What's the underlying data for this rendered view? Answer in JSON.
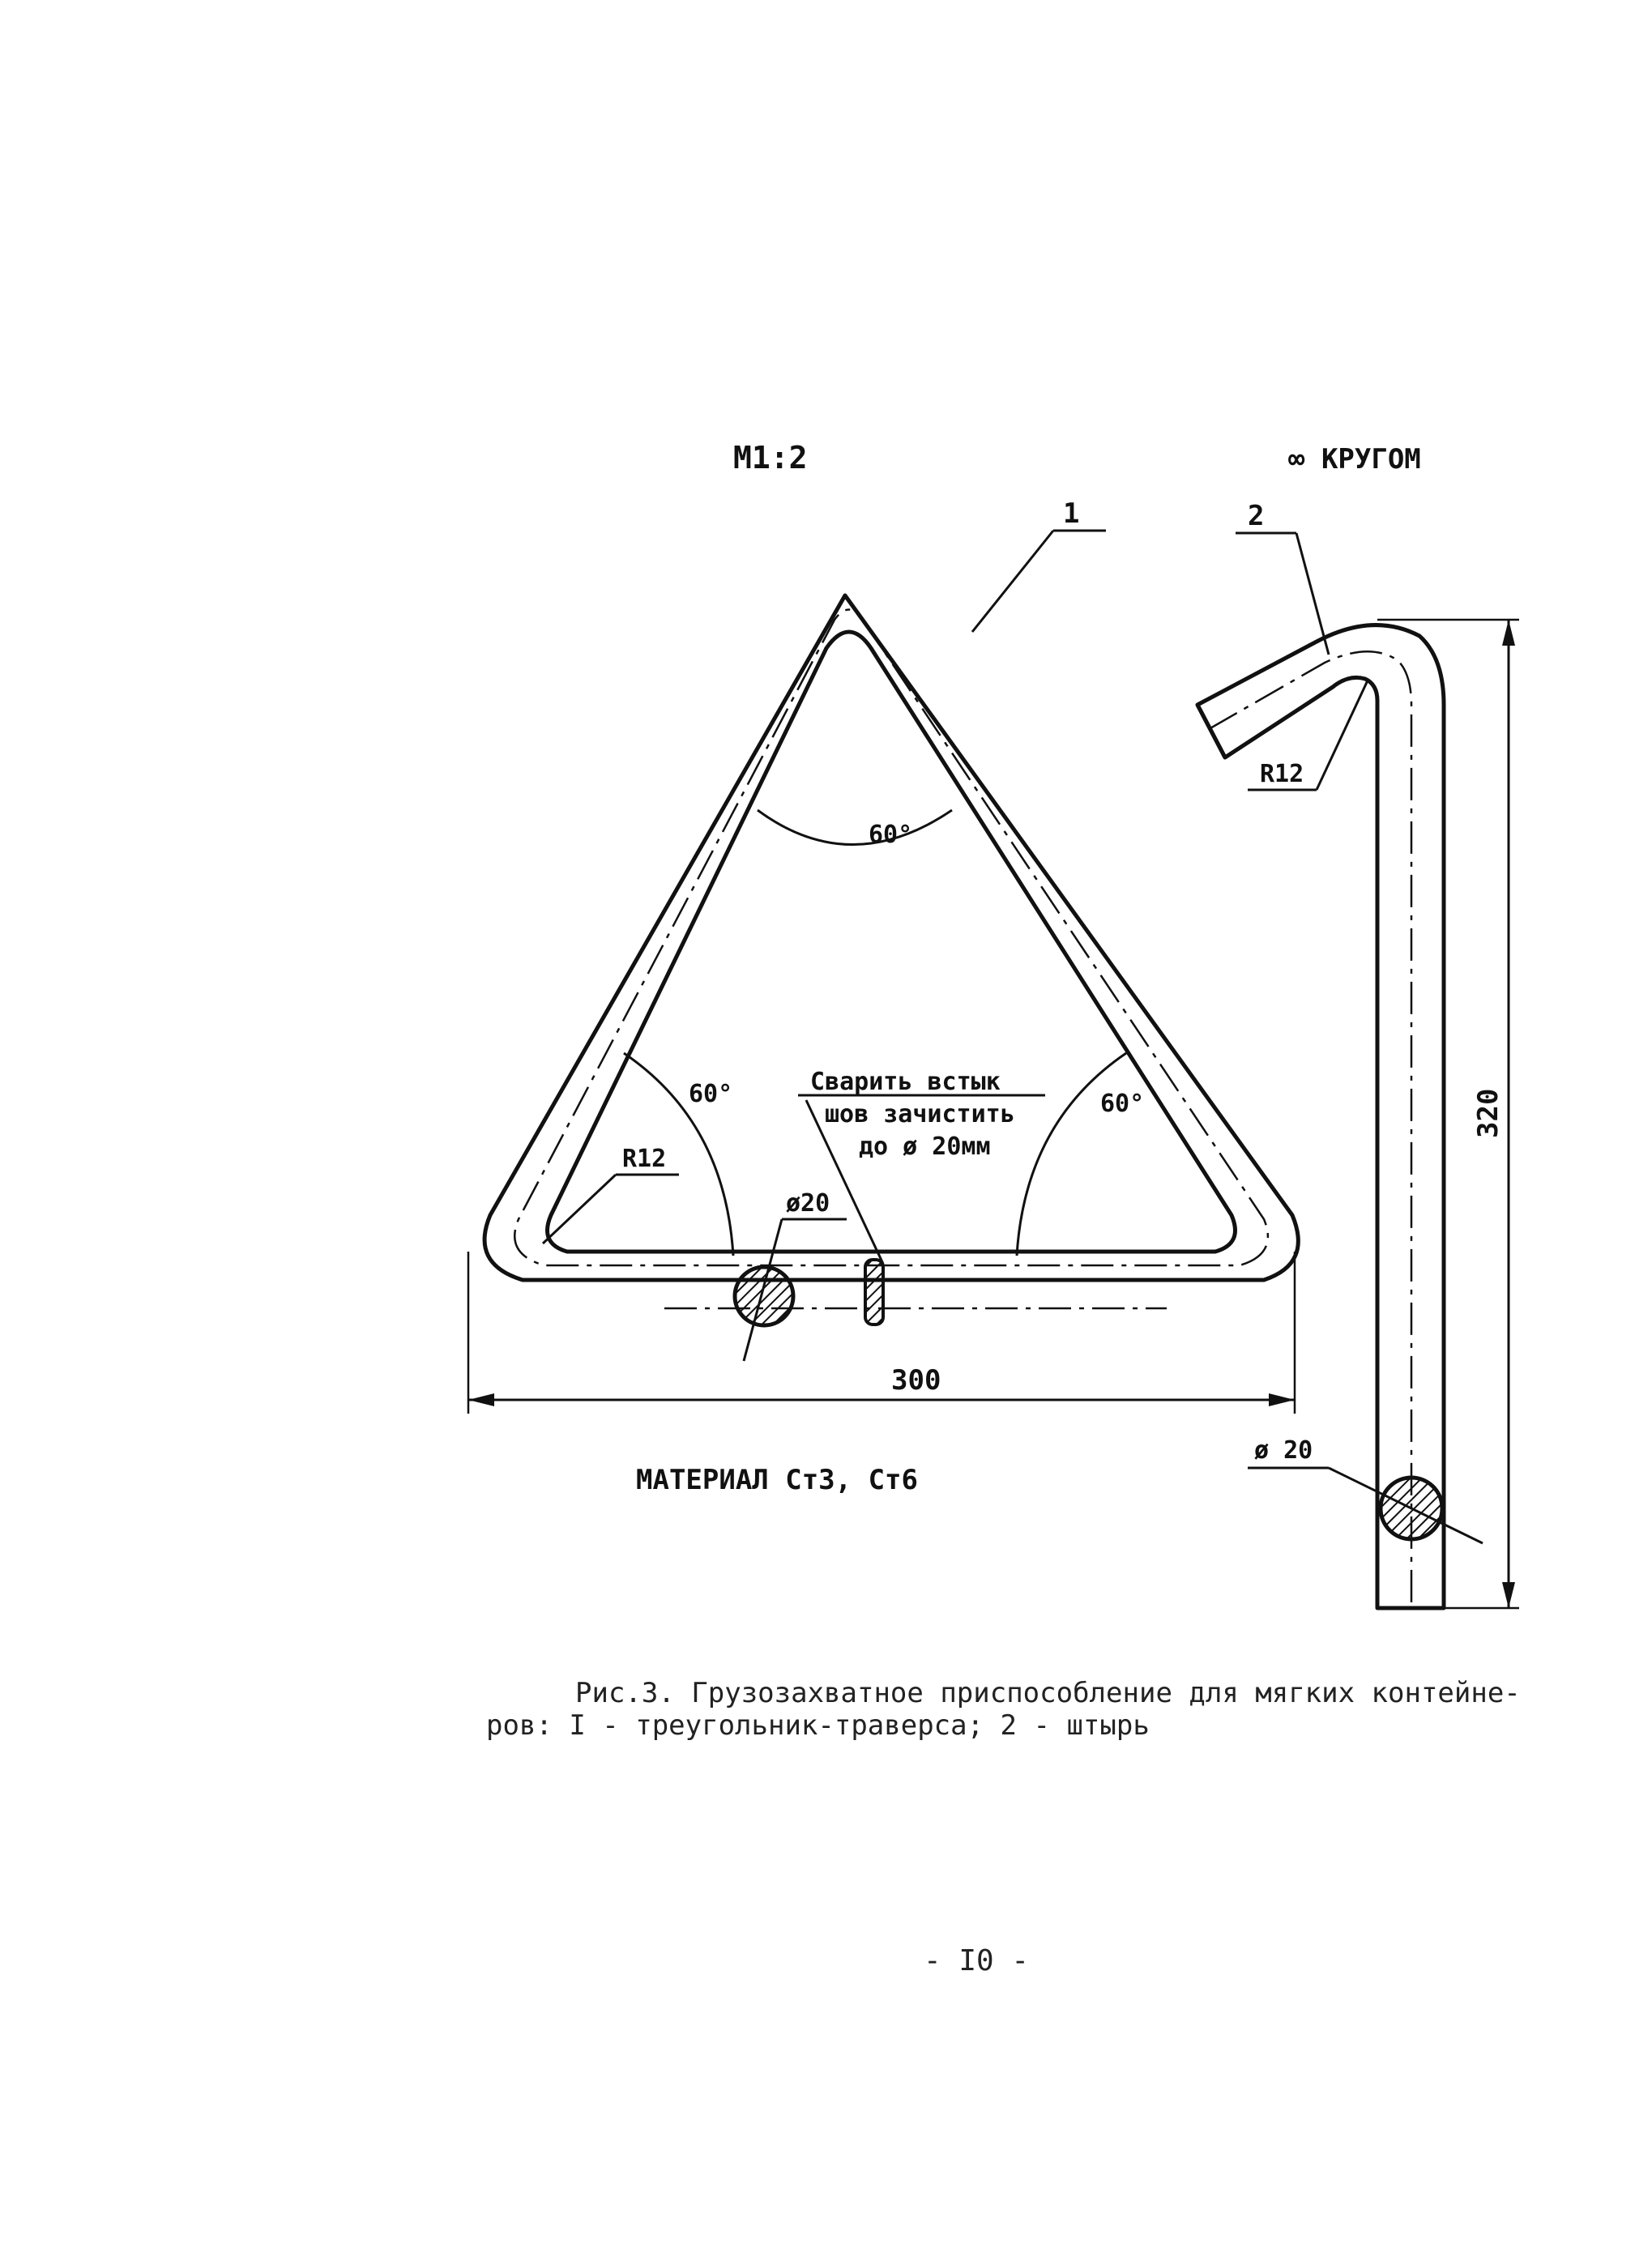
{
  "figure": {
    "scale_label": "М1:2",
    "around_label": "∞ КРУГОМ",
    "callout_1": "1",
    "callout_2": "2",
    "angle_top": "60°",
    "angle_left": "60°",
    "angle_right": "60°",
    "radius_triangle": "R12",
    "radius_pin": "R12",
    "weld_note": [
      "Сварить встык",
      "шов зачистить",
      "до ø 20мм"
    ],
    "diameter_triangle": "ø20",
    "diameter_pin": "ø 20",
    "dim_width": "300",
    "dim_length": "320",
    "material": "МАТЕРИАЛ Ст3, Ст6"
  },
  "caption": {
    "line1": "Рис.3. Грузозахватное приспособление для мягких контейне-",
    "line2": "ров: I - треугольник-траверса; 2 - штырь"
  },
  "page_number": "- I0 -",
  "colors": {
    "ink": "#111111",
    "paper": "#ffffff"
  }
}
